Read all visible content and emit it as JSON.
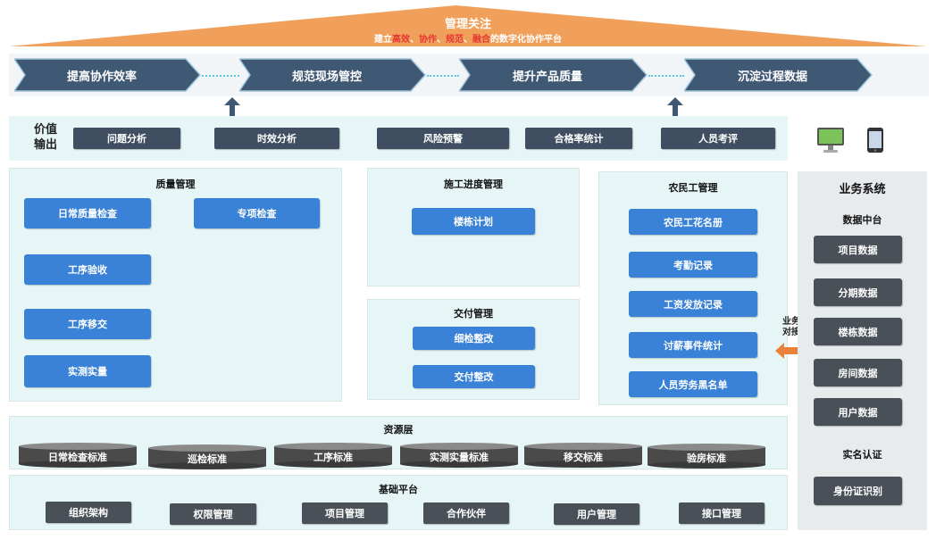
{
  "roof": {
    "title": "管理关注",
    "subtitle_parts": [
      "建立",
      "高效",
      "、",
      "协作",
      "、",
      "规范",
      "、",
      "融合",
      "的数字化协作平台"
    ],
    "color": "#f0a05a"
  },
  "goals": [
    "提高协作效率",
    "规范现场管控",
    "提升产品质量",
    "沉淀过程数据"
  ],
  "value_output": {
    "label_line1": "价值",
    "label_line2": "输出",
    "items": [
      "问题分析",
      "时效分析",
      "风险预警",
      "合格率统计",
      "人员考评"
    ]
  },
  "quality": {
    "title": "质量管理",
    "items": [
      "日常质量检查",
      "专项检查",
      "工序验收",
      "工序移交",
      "实测实量"
    ]
  },
  "schedule": {
    "title": "施工进度管理",
    "items": [
      "楼栋计划"
    ]
  },
  "delivery": {
    "title": "交付管理",
    "items": [
      "细检整改",
      "交付整改"
    ]
  },
  "workers": {
    "title": "农民工管理",
    "items": [
      "农民工花名册",
      "考勤记录",
      "工资发放记录",
      "讨薪事件统计",
      "人员劳务黑名单"
    ]
  },
  "docking": {
    "line1": "业务",
    "line2": "对接",
    "color": "#e8823a"
  },
  "business": {
    "title": "业务系统",
    "middle_title": "数据中台",
    "items": [
      "项目数据",
      "分期数据",
      "楼栋数据",
      "房间数据",
      "用户数据"
    ],
    "auth_title": "实名认证",
    "auth_item": "身份证识别"
  },
  "resource": {
    "title": "资源层",
    "items": [
      "日常检查标准",
      "巡检标准",
      "工序标准",
      "实测实量标准",
      "移交标准",
      "验房标准"
    ]
  },
  "platform": {
    "title": "基础平台",
    "items": [
      "组织架构",
      "权限管理",
      "项目管理",
      "合作伙伴",
      "用户管理",
      "接口管理"
    ]
  },
  "colors": {
    "chevron": "#3f5874",
    "blue_button": "#3a82d8",
    "dark_button": "#3f4e60",
    "panel": "#e6f5f5"
  }
}
